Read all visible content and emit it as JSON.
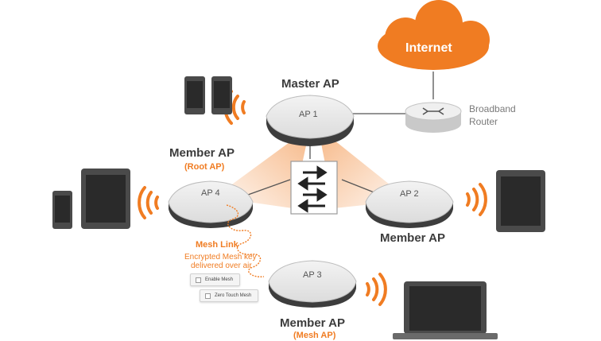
{
  "internet": {
    "label": "Internet"
  },
  "router": {
    "label_line1": "Broadband",
    "label_line2": "Router"
  },
  "aps": {
    "ap1": {
      "name": "AP 1",
      "role": "Master AP"
    },
    "ap2": {
      "name": "AP 2",
      "role": "Member AP"
    },
    "ap3": {
      "name": "AP 3",
      "role": "Member AP",
      "sub": "(Mesh AP)"
    },
    "ap4": {
      "name": "AP 4",
      "role": "Member AP",
      "sub": "(Root AP)"
    }
  },
  "mesh": {
    "title": "Mesh Link",
    "desc_line1": "Encrypted Mesh key",
    "desc_line2": "delivered over air",
    "enable_btn": "Enable Mesh",
    "zero_btn": "Zero Touch Mesh"
  },
  "colors": {
    "accent": "#f07c22",
    "dark": "#3c3c3c",
    "device": "#4a4a4a",
    "ap_body": "#e6e6e6"
  },
  "icons": [
    "cloud-icon",
    "router-icon",
    "switch-icon",
    "phone-icon",
    "tablet-icon",
    "laptop-icon",
    "wifi-waves-icon"
  ]
}
